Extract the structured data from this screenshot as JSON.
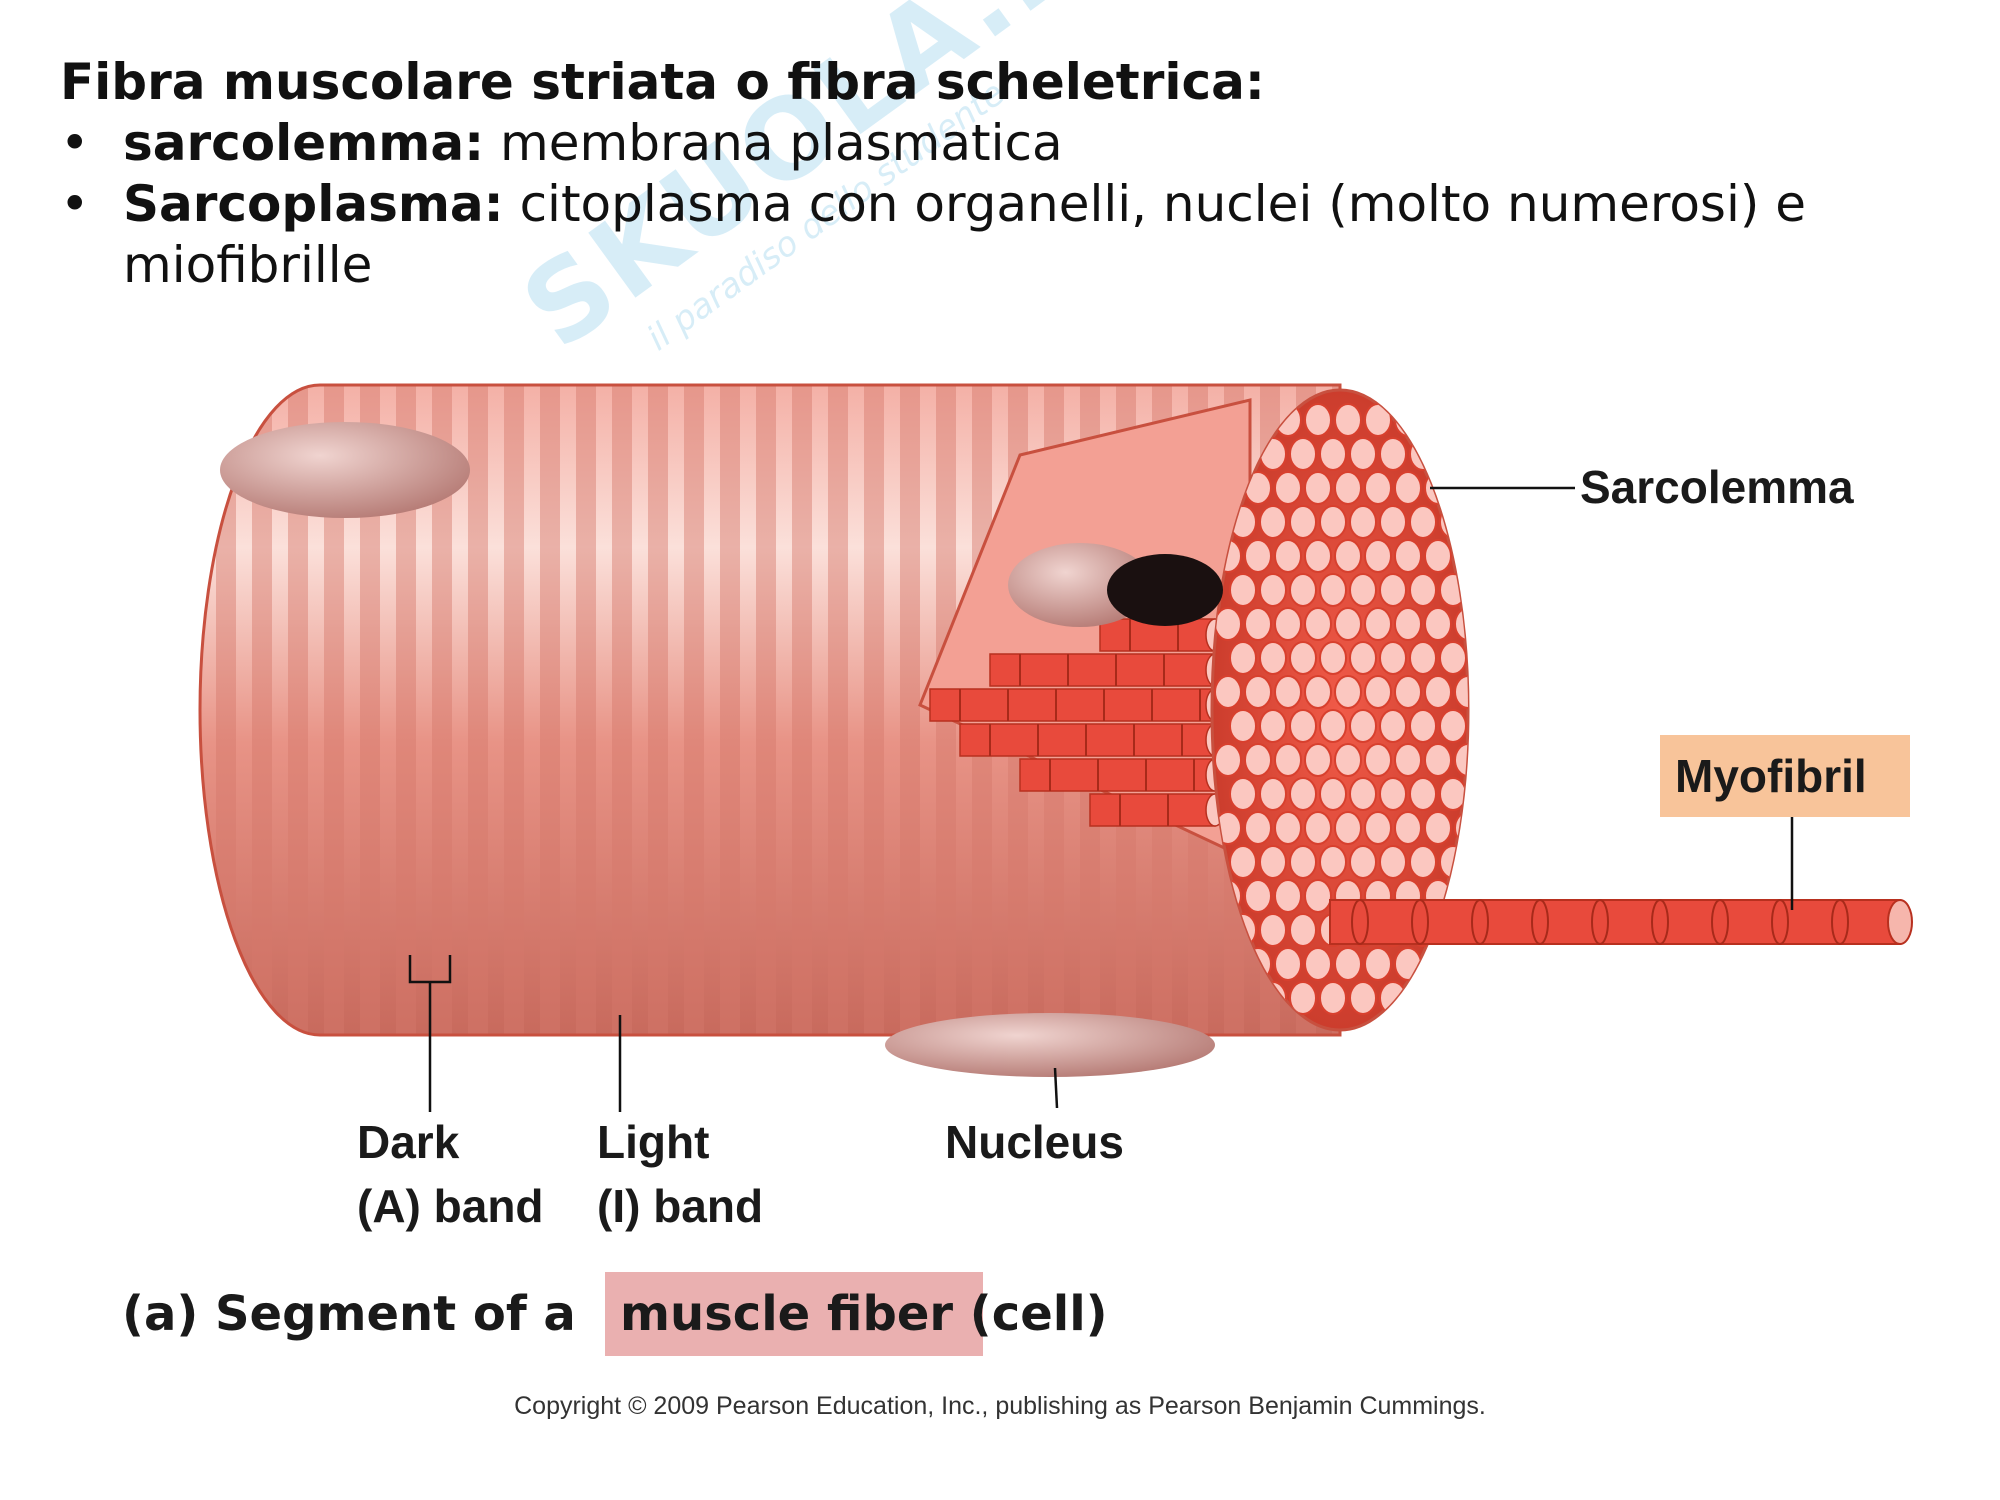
{
  "slide": {
    "title": "Fibra muscolare striata o fibra scheletrica:",
    "bullets": [
      {
        "term": "sarcolemma:",
        "text": " membrana plasmatica"
      },
      {
        "term": "Sarcoplasma:",
        "text": " citoplasma con organelli, nuclei (molto numerosi) e miofibrille"
      }
    ]
  },
  "figure": {
    "labels": {
      "sarcolemma": "Sarcolemma",
      "myofibril": "Myofibril",
      "dark_band_line1": "Dark",
      "dark_band_line2": "(A) band",
      "light_band_line1": "Light",
      "light_band_line2": "(I) band",
      "nucleus": "Nucleus"
    },
    "caption_prefix": "(a) Segment of a ",
    "caption_highlight": "muscle fiber",
    "caption_suffix": " (cell)",
    "copyright": "Copyright © 2009 Pearson Education, Inc., publishing as Pearson Benjamin Cummings.",
    "colors": {
      "fiber": "#e8958a",
      "myofibril": "#e84a3c",
      "highlight": "#eab0b0",
      "myofibril_label_bg": "#f8c49a"
    }
  },
  "watermark": {
    "main": "SKUOLA.net",
    "sub": "il paradiso dello studente"
  }
}
